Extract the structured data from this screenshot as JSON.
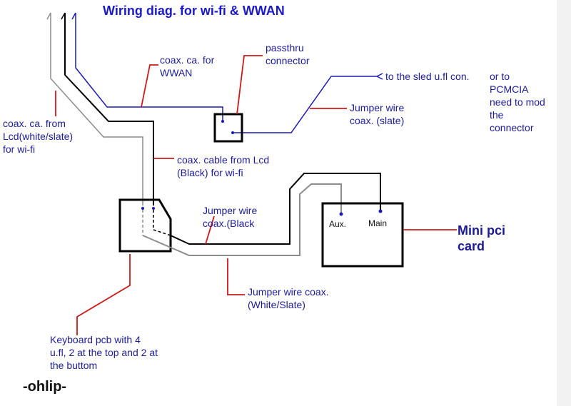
{
  "title": "Wiring diag. for wi-fi & WWAN",
  "signature": "-ohlip-",
  "colors": {
    "background": "#ffffff",
    "label_text": "#1c1c99",
    "title_text": "#1a1acc",
    "wwan_wire": "#1a1ab3",
    "black_wire": "#000000",
    "slate_wire": "#8c8c8c",
    "callout": "#cc1a1a"
  },
  "labels": {
    "wwan_coax": [
      "coax. ca. for",
      "WWAN"
    ],
    "passthru": [
      "passthru",
      "connector"
    ],
    "to_sled": "to the sled u.fl con.",
    "pcmcia": [
      "or to",
      "PCMCIA",
      "need to mod",
      "the",
      "connector"
    ],
    "jumper_slate_coax": [
      "Jumper wire",
      "coax. (slate)"
    ],
    "lcd_white": [
      "coax. ca. from",
      "Lcd(white/slate)",
      "for wi-fi"
    ],
    "lcd_black": [
      "coax. cable from Lcd",
      "(Black) for wi-fi"
    ],
    "jumper_black": [
      "Jumper wire",
      "coax.(Black"
    ],
    "mini_pci": [
      "Mini pci",
      "card"
    ],
    "aux": "Aux.",
    "main": "Main",
    "jumper_white": [
      "Jumper wire coax.",
      "(White/Slate)"
    ],
    "keyboard_pcb": [
      "Keyboard pcb with 4",
      "u.fl, 2 at the top and 2 at",
      "the buttom"
    ]
  }
}
